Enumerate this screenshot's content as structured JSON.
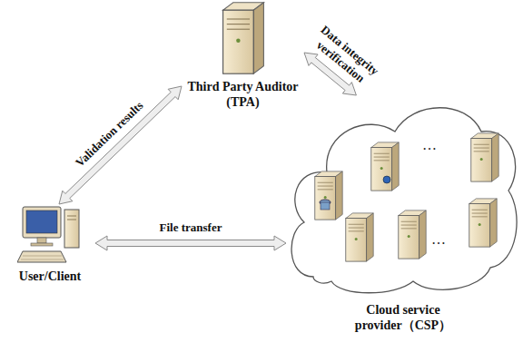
{
  "diagram": {
    "nodes": [
      {
        "text": [
          "Third Party Auditor (TPA)"
        ]
      },
      {
        "text": [
          "User/Client"
        ]
      },
      {
        "text": [
          "Cloud service provider（CSP）"
        ]
      }
    ],
    "edges": [
      {
        "from": 0,
        "to": 1,
        "label": "Validation results",
        "arrow": "both"
      },
      {
        "from": 0,
        "to": 2,
        "label": "Data integrity verification",
        "arrow": "both"
      },
      {
        "from": 1,
        "to": 2,
        "label": "File transfer",
        "arrow": "both"
      }
    ],
    "labels": [
      "…",
      "…"
    ]
  }
}
